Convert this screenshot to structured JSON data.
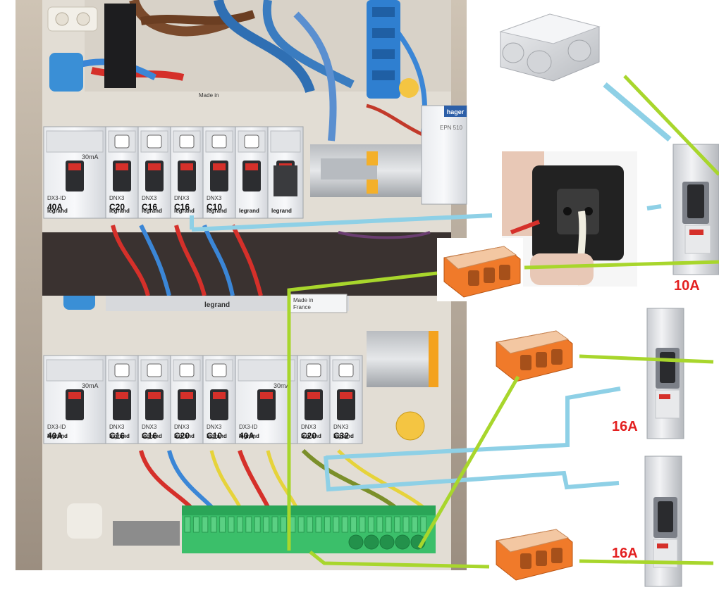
{
  "panel": {
    "top_row": {
      "modules": [
        {
          "model": "DX3-ID",
          "rating": "40A",
          "kind": "rcd",
          "trip": "30mA",
          "brand": "legrand"
        },
        {
          "model": "DNX3",
          "rating": "C20",
          "icon": "heater-icon",
          "brand": "legrand"
        },
        {
          "model": "DNX3",
          "rating": "C16",
          "icon": "outlet-icon",
          "brand": "legrand"
        },
        {
          "model": "DNX3",
          "rating": "C16",
          "icon": "outlet-icon",
          "brand": "legrand"
        },
        {
          "model": "DNX3",
          "rating": "C10",
          "icon": "light-icon",
          "brand": "legrand"
        },
        {
          "model": "",
          "rating": "",
          "icon": "bell-icon",
          "brand": "legrand"
        },
        {
          "model": "",
          "rating": "",
          "kind": "meter",
          "brand": "legrand"
        }
      ],
      "side_module": {
        "brand": "hager",
        "model": "EPN 510"
      }
    },
    "bottom_row": {
      "modules": [
        {
          "model": "DX3-ID",
          "rating": "40A",
          "kind": "rcd",
          "trip": "30mA",
          "brand": "legrand"
        },
        {
          "model": "DNX3",
          "rating": "C16",
          "icon": "outlet-icon",
          "brand": "legrand"
        },
        {
          "model": "DNX3",
          "rating": "C16",
          "icon": "outlet-icon",
          "brand": "legrand"
        },
        {
          "model": "DNX3",
          "rating": "C20",
          "icon": "washer-icon",
          "brand": "legrand"
        },
        {
          "model": "DNX3",
          "rating": "C10",
          "icon": "light-icon",
          "brand": "legrand"
        },
        {
          "model": "DX3-ID",
          "rating": "40A",
          "kind": "rcd",
          "trip": "30mA",
          "brand": "legrand"
        },
        {
          "model": "DNX3",
          "rating": "C20",
          "icon": "oven-icon",
          "brand": "legrand"
        },
        {
          "model": "DNX3",
          "rating": "C32",
          "icon": "cooktop-icon",
          "brand": "legrand"
        }
      ],
      "made_in": "Made in",
      "country": "France"
    },
    "top_made_in": "Made in"
  },
  "annotations": {
    "breakers": [
      {
        "label": "10A"
      },
      {
        "label": "16A"
      },
      {
        "label": "16A"
      }
    ],
    "colors": {
      "live_wire": "#8ed0e6",
      "neutral_earth_wire": "#a8d62c",
      "label": "#e32020",
      "wago_orange": "#f07a2a"
    }
  }
}
